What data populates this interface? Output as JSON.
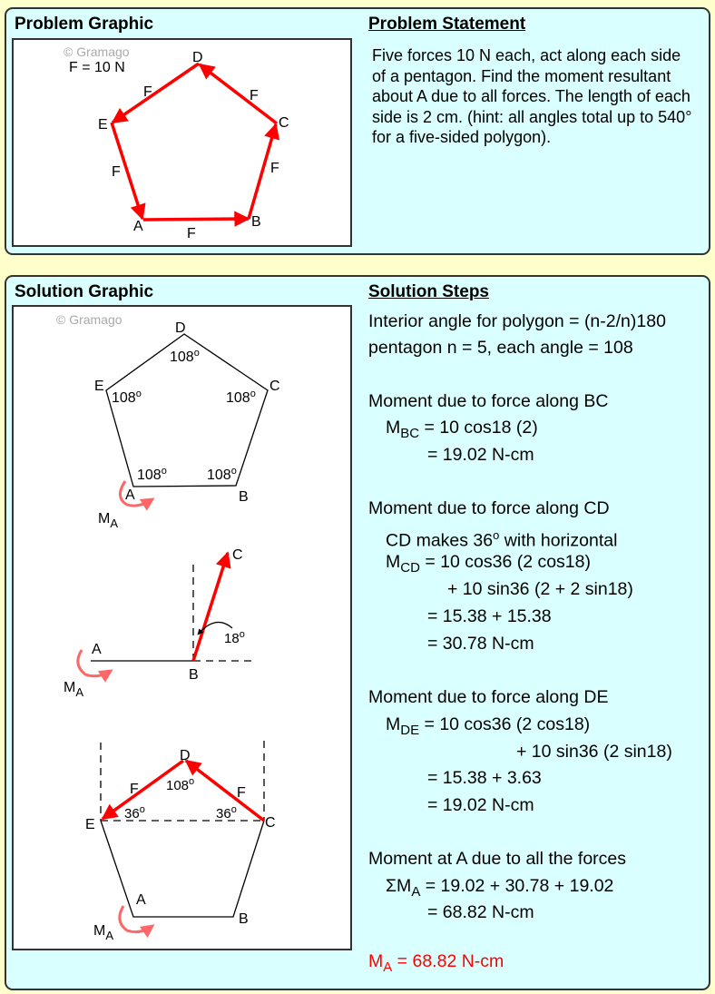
{
  "problem": {
    "graphic_title": "Problem Graphic",
    "statement_title": "Problem Statement",
    "statement": "Five forces 10 N each, act along each side of a pentagon. Find the moment resultant about A due to all forces. The length of each side is 2 cm. (hint: all angles total up to 540° for a five-sided polygon).",
    "watermark": "© Gramago",
    "force_note": "F = 10 N",
    "force_label": "F",
    "vertices": {
      "A": "A",
      "B": "B",
      "C": "C",
      "D": "D",
      "E": "E"
    }
  },
  "solution": {
    "graphic_title": "Solution Graphic",
    "steps_title": "Solution Steps",
    "watermark": "© Gramago",
    "angle_108": "108",
    "angle_36": "36",
    "angle_18": "18",
    "deg_sup": "o",
    "moment_M": "M",
    "moment_sub": "A",
    "force_label": "F",
    "lines": [
      "Interior angle for polygon = (n-2/n)180",
      "pentagon n = 5, each angle = 108",
      "Moment due to force along BC",
      "= 19.02 N-cm",
      "Moment due to force along CD",
      "CD makes 36",
      " with horizontal",
      "+ 10 sin36 (2 + 2 sin18)",
      "= 15.38 + 15.38",
      "= 30.78 N-cm",
      "Moment due to force along DE",
      "+ 10 sin36 (2 sin18)",
      "= 15.38 + 3.63",
      "= 19.02 N-cm",
      "Moment at A due to all the forces",
      "= 68.82 N-cm"
    ],
    "m_bc": {
      "sub": "BC",
      "rest": " = 10 cos18 (2)"
    },
    "m_cd": {
      "sub": "CD",
      "rest": " = 10 cos36 (2 cos18)"
    },
    "m_de": {
      "sub": "DE",
      "rest": " = 10 cos36 (2 cos18)"
    },
    "sum": {
      "prefix": "ΣM",
      "sub": "A",
      "rest": " = 19.02 + 30.78 + 19.02"
    },
    "answer": {
      "prefix": "M",
      "sub": "A",
      "rest": " = 68.82 N-cm"
    }
  },
  "colors": {
    "background": "#ffffcc",
    "panel": "#d9ffff",
    "force": "#ff0000",
    "moment": "#ff6666"
  }
}
